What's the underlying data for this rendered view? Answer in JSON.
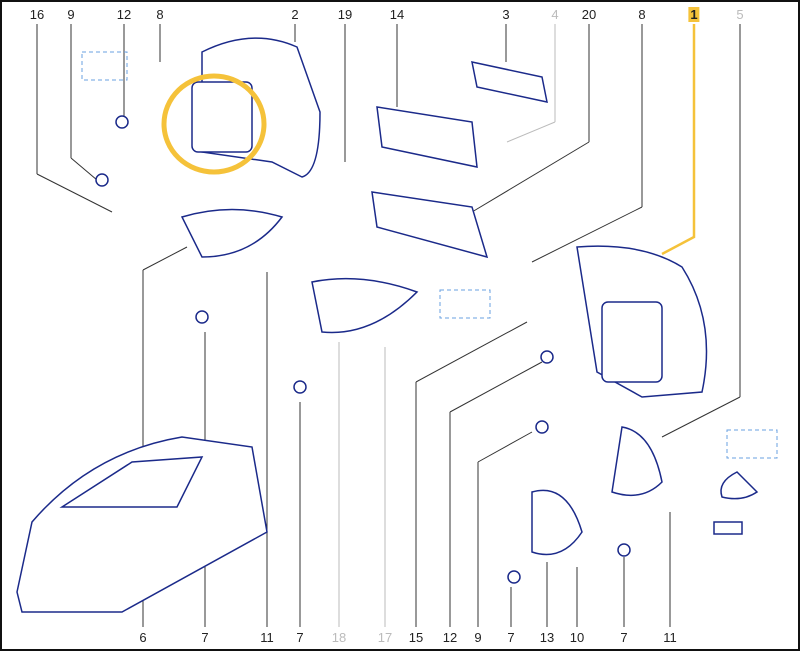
{
  "diagram": {
    "top_labels": [
      "16",
      "9",
      "12",
      "8",
      "2",
      "19",
      "14",
      "3",
      "4",
      "20",
      "8",
      "1",
      "5"
    ],
    "bottom_labels": [
      "6",
      "7",
      "11",
      "7",
      "18",
      "17",
      "15",
      "12",
      "9",
      "7",
      "13",
      "10",
      "7",
      "11"
    ],
    "highlighted_label": "1",
    "colors": {
      "outline": "#1b2a8a",
      "highlight": "#f5c23a",
      "leader": "#333333",
      "inactive": "#bbbbbb"
    }
  }
}
